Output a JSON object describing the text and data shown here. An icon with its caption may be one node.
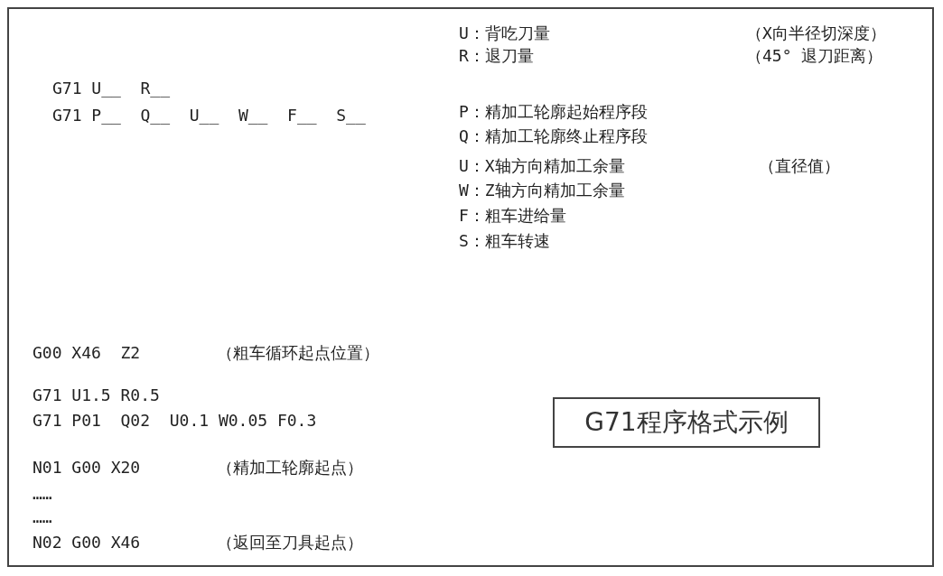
{
  "diagram": {
    "nodes": [
      {
        "text": [
          "G71程序格式示例"
        ]
      }
    ],
    "edges": [],
    "labels": [
      "U：背吃刀量",
      "（X向半径切深度）",
      "R：退刀量",
      "（45° 退刀距离）",
      "G71 U__  R__",
      "G71 P__  Q__  U__  W__  F__  S__",
      "P：精加工轮廓起始程序段",
      "Q：精加工轮廓终止程序段",
      "U：X轴方向精加工余量",
      "（直径值）",
      "W：Z轴方向精加工余量",
      "F：粗车进给量",
      "S：粗车转速",
      "G00 X46  Z2",
      "（粗车循环起点位置）",
      "G71 U1.5 R0.5",
      "G71 P01  Q02  U0.1 W0.05 F0.3",
      "N01 G00 X20",
      "（精加工轮廓起点）",
      "……",
      "……",
      "N02 G00 X46",
      "（返回至刀具起点）"
    ]
  }
}
